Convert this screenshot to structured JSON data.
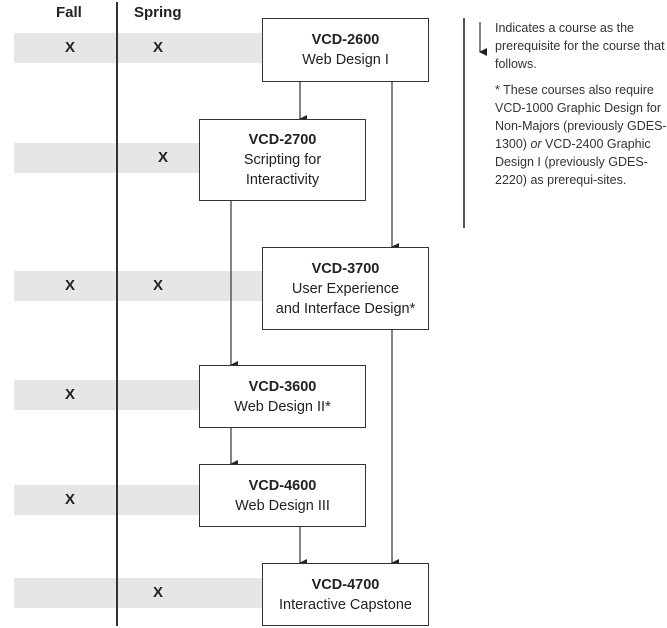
{
  "headers": {
    "fall": "Fall",
    "spring": "Spring"
  },
  "rows": [
    {
      "code": "VCD-2600",
      "title": "Web Design I",
      "fall": "X",
      "spring": "X"
    },
    {
      "code": "VCD-2700",
      "title": "Scripting for\nInteractivity",
      "fall": "",
      "spring": "X"
    },
    {
      "code": "VCD-3700",
      "title": "User Experience\nand Interface Design*",
      "fall": "X",
      "spring": "X"
    },
    {
      "code": "VCD-3600",
      "title": "Web Design II*",
      "fall": "X",
      "spring": ""
    },
    {
      "code": "VCD-4600",
      "title": "Web Design III",
      "fall": "X",
      "spring": ""
    },
    {
      "code": "VCD-4700",
      "title": "Interactive Capstone",
      "fall": "",
      "spring": "X"
    }
  ],
  "legend": {
    "arrow_note": "Indicates a course as the prerequisite for the course that follows.",
    "footnote_part1": "* These courses also require VCD-1000 Graphic Design for Non-Majors (previously GDES-1300) ",
    "footnote_or": "or",
    "footnote_part2": " VCD-2400 Graphic Design I (previously GDES-2220) as prerequi-sites."
  }
}
